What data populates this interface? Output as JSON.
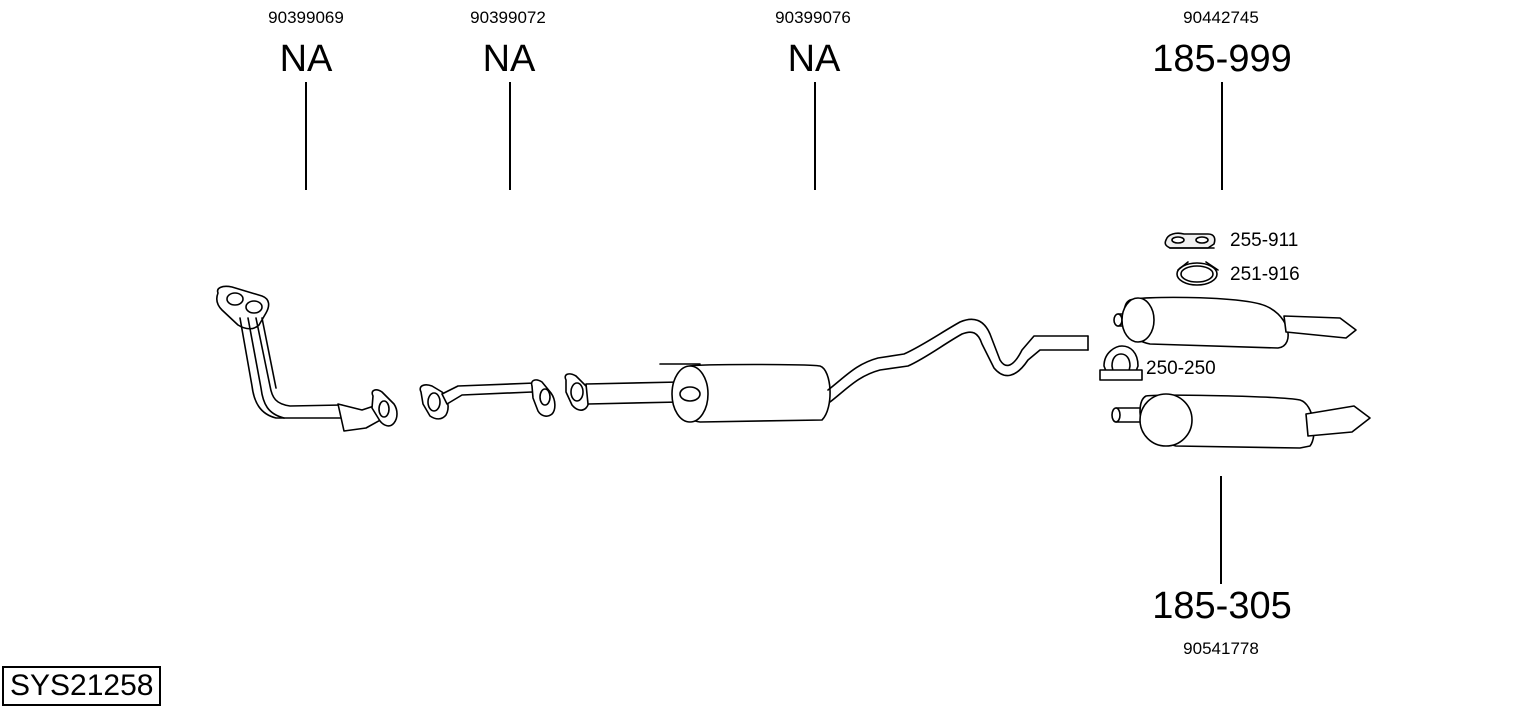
{
  "diagram_number": "SYS21258",
  "parts": [
    {
      "id": "front-pipe",
      "oe_number": "90399069",
      "part_number": "NA"
    },
    {
      "id": "middle-pipe",
      "oe_number": "90399072",
      "part_number": "NA"
    },
    {
      "id": "middle-silencer",
      "oe_number": "90399076",
      "part_number": "NA"
    },
    {
      "id": "rear-silencer-upper",
      "oe_number": "90442745",
      "part_number": "185-999"
    },
    {
      "id": "rear-silencer-lower",
      "oe_number": "90541778",
      "part_number": "185-305"
    }
  ],
  "accessories": [
    {
      "id": "rubber-mount",
      "part_number": "255-911"
    },
    {
      "id": "clamp",
      "part_number": "251-916"
    },
    {
      "id": "u-clamp",
      "part_number": "250-250"
    }
  ]
}
